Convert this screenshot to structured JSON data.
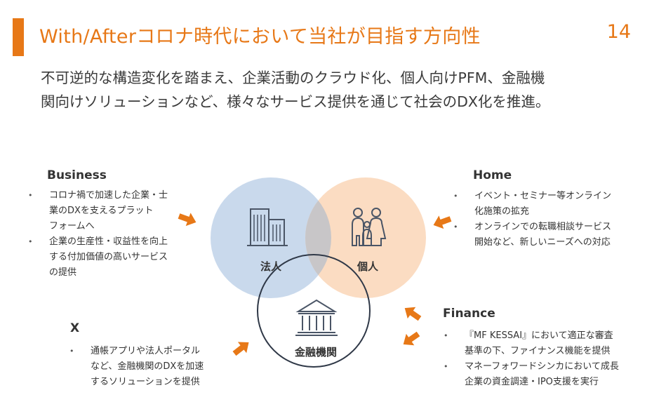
{
  "header": {
    "title": "With/Afterコロナ時代において当社が目指す方向性",
    "page_number": "14"
  },
  "lead": {
    "line1": "不可逆的な構造変化を踏まえ、企業活動のクラウド化、個人向けPFM、金融機",
    "line2": "関向けソリューションなど、様々なサービス提供を通じて社会のDX化を推進。"
  },
  "sections": {
    "business": {
      "title": "Business",
      "items": [
        [
          "コロナ禍で加速した企業・士",
          "業のDXを支えるプラット",
          "フォームへ"
        ],
        [
          "企業の生産性・収益性を向上",
          "する付加価値の高いサービス",
          "の提供"
        ]
      ]
    },
    "home": {
      "title": "Home",
      "items": [
        [
          "イベント・セミナー等オンライン",
          "化施策の拡充"
        ],
        [
          "オンラインでの転職相談サービス",
          "開始など、新しいニーズへの対応"
        ]
      ]
    },
    "x": {
      "title": "X",
      "items": [
        [
          "通帳アプリや法人ポータル",
          "など、金融機関のDXを加速",
          "するソリューションを提供"
        ]
      ]
    },
    "finance": {
      "title": "Finance",
      "items": [
        [
          "『MF KESSAI』において適正な審査",
          "基準の下、ファイナンス機能を提供"
        ],
        [
          "マネーフォワードシンカにおいて成長",
          "企業の資金調達・IPO支援を実行"
        ]
      ]
    }
  },
  "circles": {
    "corporate": {
      "label": "法人",
      "icon": "building-icon",
      "color": "#c9d9ec"
    },
    "individual": {
      "label": "個人",
      "icon": "family-icon",
      "color": "#fbdcc2"
    },
    "financial": {
      "label": "金融機関",
      "icon": "bank-icon",
      "color": "#ffffff"
    }
  },
  "colors": {
    "accent": "#e77817",
    "text": "#3a3a3a",
    "icon": "#4a5566"
  }
}
